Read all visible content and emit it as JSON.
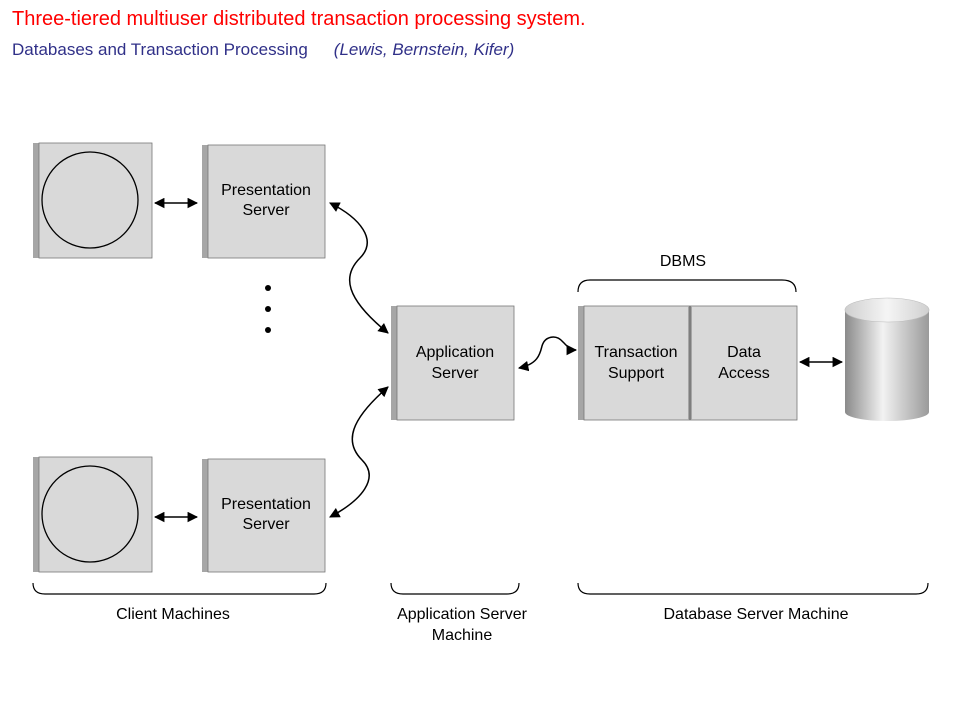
{
  "header": {
    "title": "Three-tiered multiuser distributed transaction processing system.",
    "subtitle": "Databases and Transaction Processing",
    "authors": "(Lewis, Bernstein, Kifer)"
  },
  "diagram": {
    "presentation_server_top": [
      "Presentation",
      "Server"
    ],
    "presentation_server_bottom": [
      "Presentation",
      "Server"
    ],
    "application_server": [
      "Application",
      "Server"
    ],
    "transaction_support": [
      "Transaction",
      "Support"
    ],
    "data_access": [
      "Data",
      "Access"
    ],
    "dbms_label": "DBMS",
    "group_client": "Client Machines",
    "group_app_server": [
      "Application Server",
      "Machine"
    ],
    "group_db_server": "Database Server Machine"
  },
  "colors": {
    "title": "#ff0000",
    "subtitle": "#303088",
    "box_fill": "#d9d9d9",
    "box_shadow": "#a6a6a6"
  }
}
